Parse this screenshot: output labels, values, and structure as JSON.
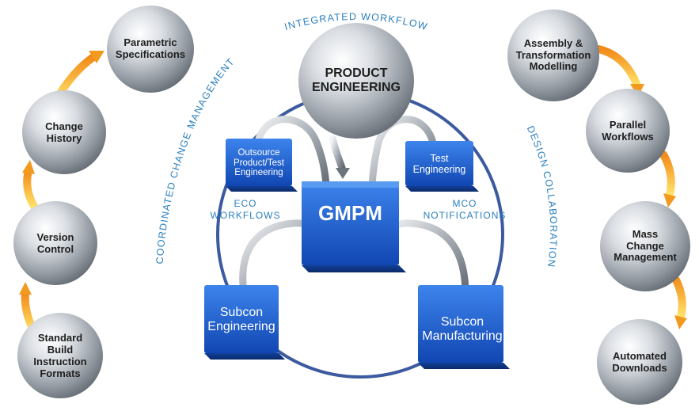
{
  "headings": {
    "top": "INTEGRATED WORKFLOW",
    "left": "COORDINATED CHANGE MANAGEMENT",
    "right": "DESIGN COLLABORATION"
  },
  "center": {
    "product_engineering": [
      "PRODUCT",
      "ENGINEERING"
    ],
    "gmpm": "GMPM",
    "eco": [
      "ECO",
      "WORKFLOWS"
    ],
    "mco": [
      "MCO",
      "NOTIFICATIONS"
    ],
    "outsource": [
      "Outsource",
      "Product/Test",
      "Engineering"
    ],
    "test": [
      "Test",
      "Engineering"
    ],
    "subcon_eng": [
      "Subcon",
      "Engineering"
    ],
    "subcon_mfg": [
      "Subcon",
      "Manufacturing"
    ]
  },
  "left_spheres": [
    [
      "Standard",
      "Build",
      "Instruction",
      "Formats"
    ],
    [
      "Version",
      "Control"
    ],
    [
      "Change",
      "History"
    ],
    [
      "Parametric",
      "Specifications"
    ]
  ],
  "right_spheres": [
    [
      "Assembly &",
      "Transformation",
      "Modelling"
    ],
    [
      "Parallel",
      "Workflows"
    ],
    [
      "Mass",
      "Change",
      "Management"
    ],
    [
      "Automated",
      "Downloads"
    ]
  ],
  "colors": {
    "accent_text": "#2a7fbf",
    "ring": "#3c5a9f",
    "box_blue": "#1c5ec8",
    "arrow_orange": "#f29a1f"
  }
}
